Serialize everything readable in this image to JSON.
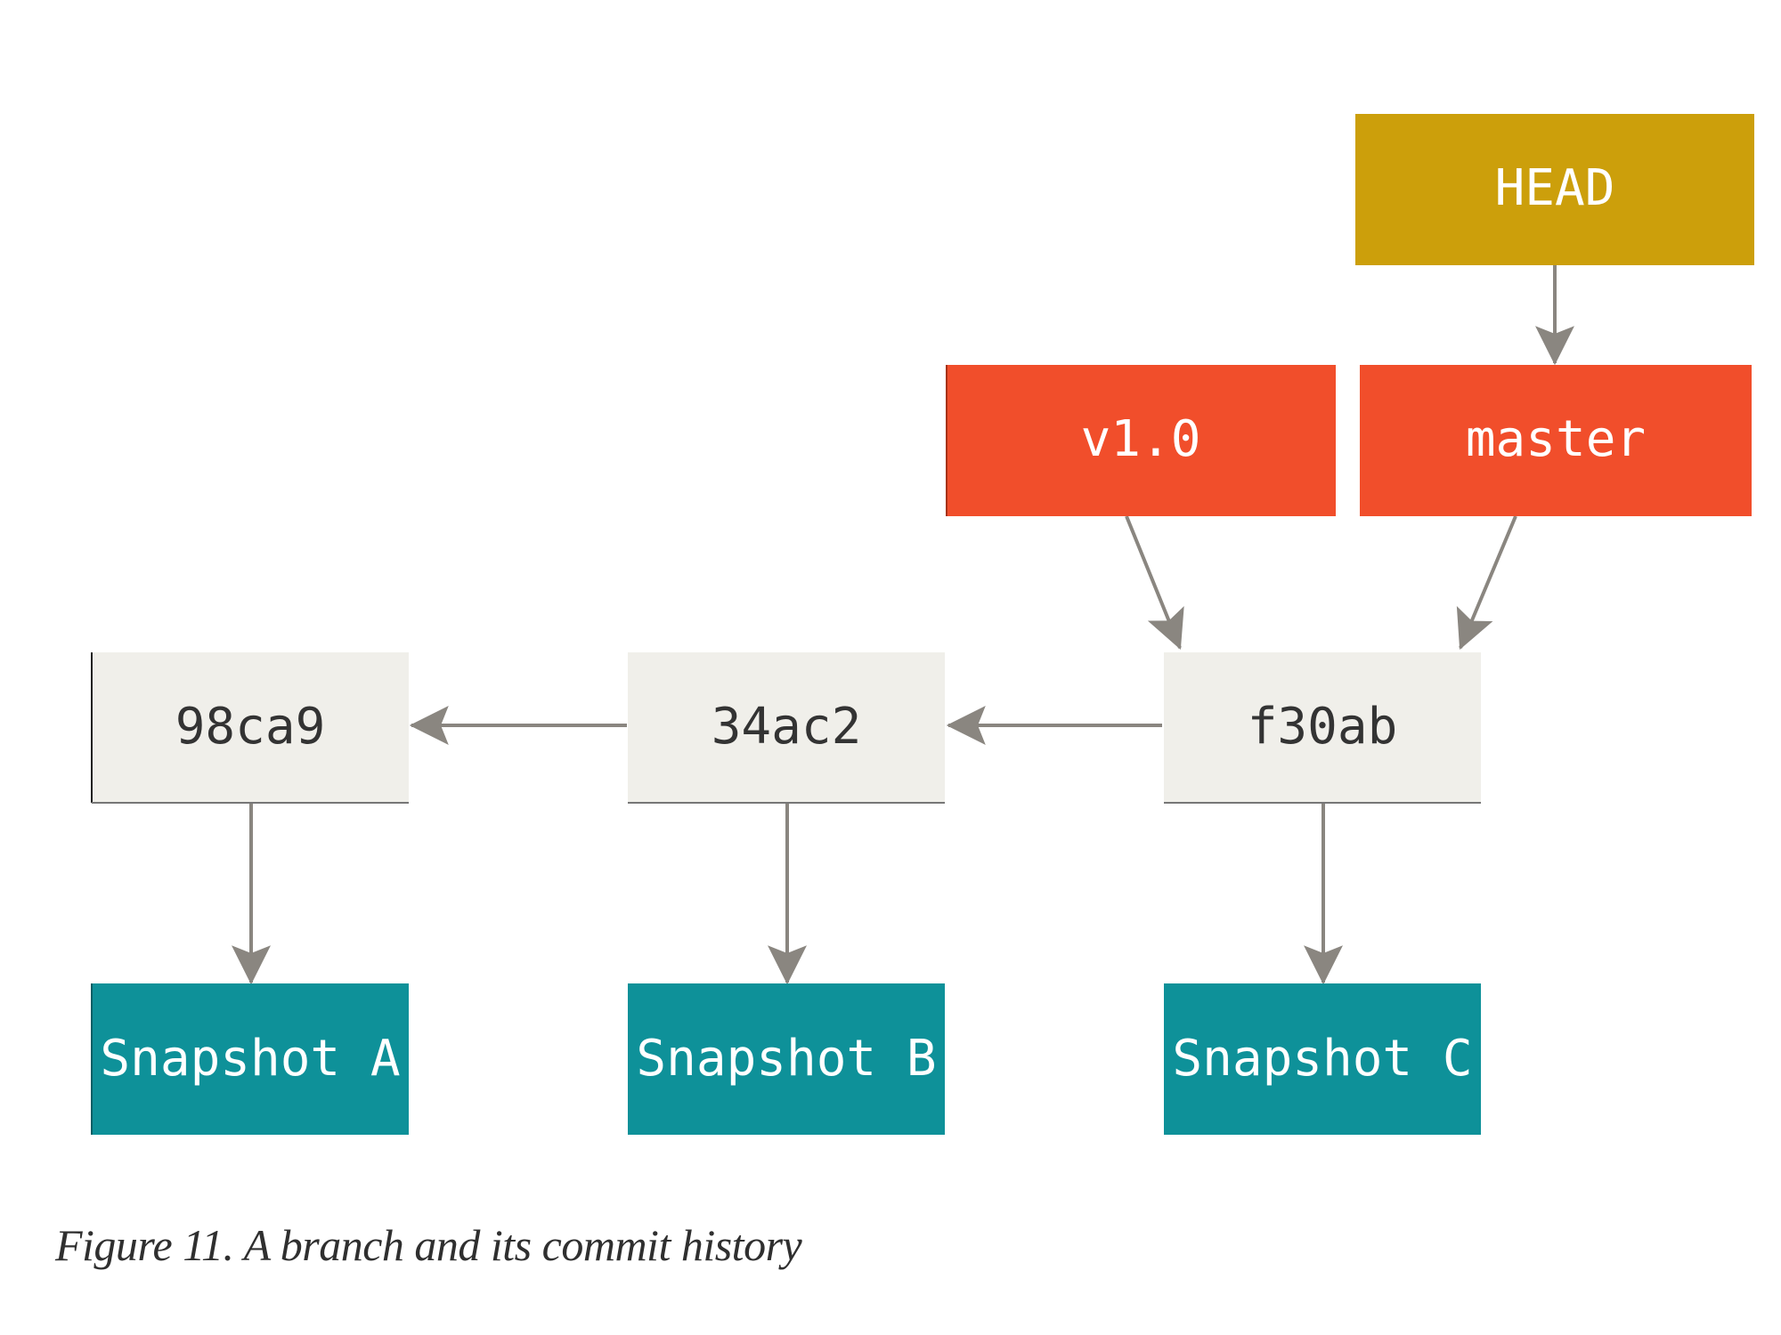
{
  "diagram": {
    "commits": [
      {
        "id": "98ca9"
      },
      {
        "id": "34ac2"
      },
      {
        "id": "f30ab"
      }
    ],
    "snapshots": [
      {
        "label": "Snapshot A"
      },
      {
        "label": "Snapshot B"
      },
      {
        "label": "Snapshot C"
      }
    ],
    "refs": {
      "tag": "v1.0",
      "branch": "master",
      "head": "HEAD"
    }
  },
  "caption": "Figure 11. A branch and its commit history",
  "colors": {
    "commit_fill": "#f0efea",
    "commit_text": "#333333",
    "snapshot_fill": "#0e9199",
    "snapshot_text": "#ffffff",
    "ref_fill": "#f14e2b",
    "ref_text": "#ffffff",
    "head_fill": "#cc9f0b",
    "head_text": "#ffffff",
    "arrow": "#8a8680"
  }
}
